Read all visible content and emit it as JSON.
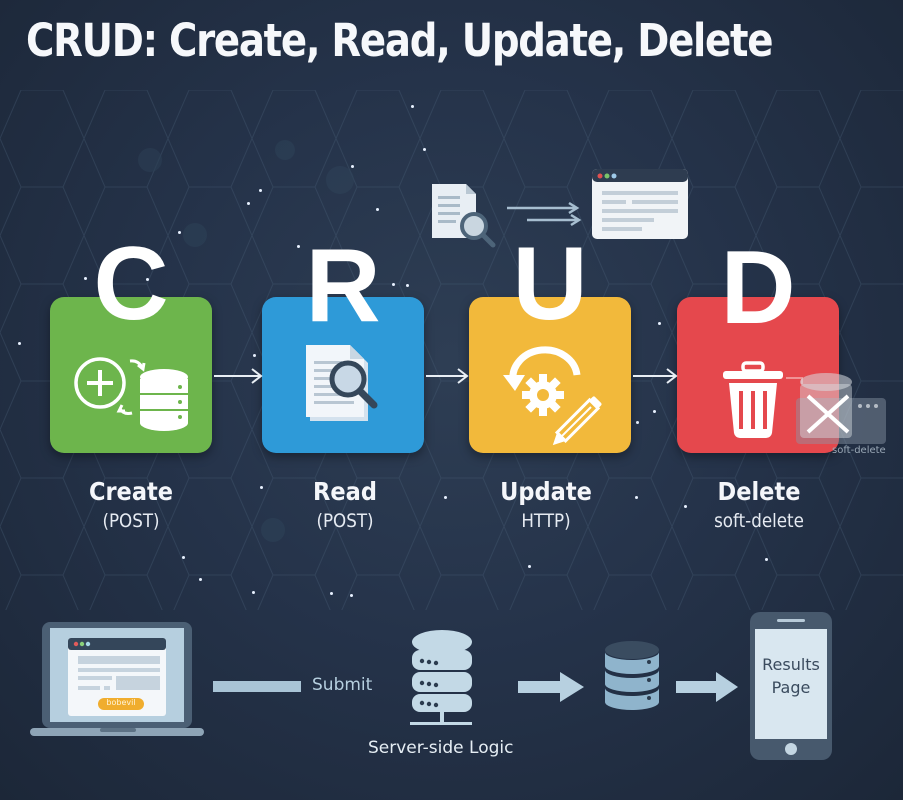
{
  "title": "CRUD: Create, Read, Update, Delete",
  "operations": [
    {
      "letter": "C",
      "name": "Create",
      "sub": "(POST)",
      "color": "#6db54c",
      "icon": "add-to-database-icon"
    },
    {
      "letter": "R",
      "name": "Read",
      "sub": "(POST)",
      "color": "#2e9ad8",
      "icon": "document-search-icon"
    },
    {
      "letter": "U",
      "name": "Update",
      "sub": "HTTP)",
      "color": "#f2b93b",
      "icon": "gear-refresh-pencil-icon"
    },
    {
      "letter": "D",
      "name": "Delete",
      "sub": "soft-delete",
      "color": "#e5484d",
      "icon": "trash-icon"
    }
  ],
  "soft_delete_badge": {
    "label": "soft-delete",
    "icon": "database-x-icon"
  },
  "top_illustration": {
    "icons": [
      "document-search-icon",
      "transfer-arrows-icon",
      "browser-window-icon"
    ]
  },
  "bottom_flow": {
    "laptop": {
      "button_label": "bobevil",
      "icon": "laptop-form-icon"
    },
    "submit_label": "Submit",
    "server_label": "Server-side Logic",
    "phone_label_line1": "Results",
    "phone_label_line2": "Page"
  },
  "colors": {
    "background": "#25334a",
    "create": "#6db54c",
    "read": "#2e9ad8",
    "update": "#f2b93b",
    "delete": "#e5484d",
    "accent_light": "#cfe0ec"
  }
}
